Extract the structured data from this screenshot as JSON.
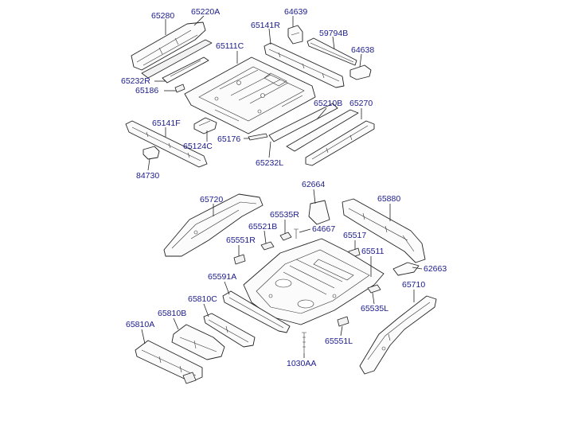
{
  "labels": {
    "p65280": "65280",
    "p65220A": "65220A",
    "p64639": "64639",
    "p65141R": "65141R",
    "p59794B": "59794B",
    "p64638": "64638",
    "p65111C": "65111C",
    "p65232R": "65232R",
    "p65186": "65186",
    "p65210B": "65210B",
    "p65270": "65270",
    "p65141F": "65141F",
    "p65124C": "65124C",
    "p65176": "65176",
    "p65232L": "65232L",
    "p84730": "84730",
    "p62664": "62664",
    "p65720": "65720",
    "p65880": "65880",
    "p65535R": "65535R",
    "p65521B": "65521B",
    "p64667": "64667",
    "p65517": "65517",
    "p65551R": "65551R",
    "p65511": "65511",
    "p62663": "62663",
    "p65591A": "65591A",
    "p65710": "65710",
    "p65810C": "65810C",
    "p65535L": "65535L",
    "p65810B": "65810B",
    "p65810A": "65810A",
    "p65551L": "65551L",
    "p1030AA": "1030AA"
  },
  "colors": {
    "label_text": "#1a1a8c",
    "line": "#222222",
    "background": "#ffffff"
  }
}
